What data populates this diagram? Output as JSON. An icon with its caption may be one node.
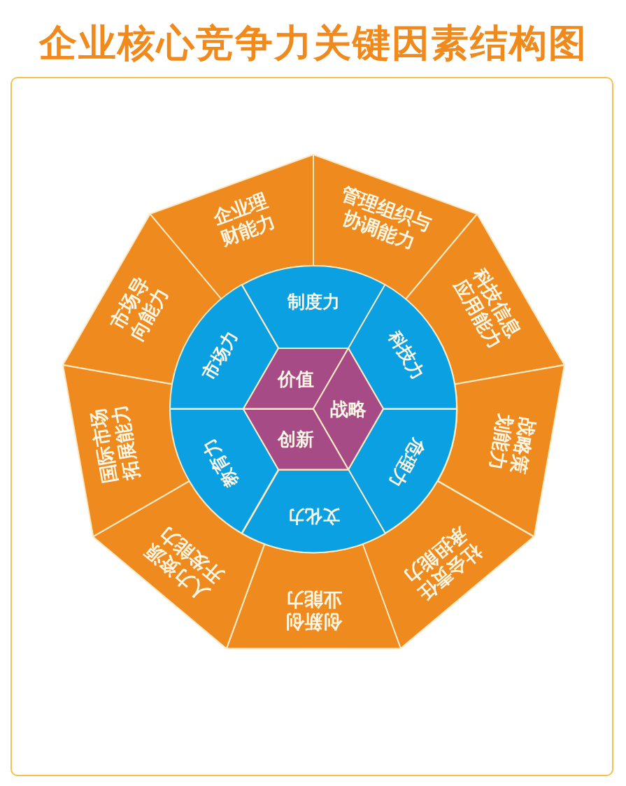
{
  "diagram": {
    "title": "企业核心竞争力关键因素结构图",
    "nodes": [
      {
        "text": [
          "企业理财能力"
        ]
      },
      {
        "text": [
          "管理组织与协调能力"
        ]
      },
      {
        "text": [
          "科技信息应用能力"
        ]
      },
      {
        "text": [
          "战略策划能力"
        ]
      },
      {
        "text": [
          "社会责任承担能力"
        ]
      },
      {
        "text": [
          "创新创业能力"
        ]
      },
      {
        "text": [
          "人力资源开发能力"
        ]
      },
      {
        "text": [
          "国际市场拓展能力"
        ]
      },
      {
        "text": [
          "市场导向能力"
        ]
      },
      {
        "text": [
          "制度力"
        ]
      },
      {
        "text": [
          "科技力"
        ]
      },
      {
        "text": [
          "危理力"
        ]
      },
      {
        "text": [
          "文化力"
        ]
      },
      {
        "text": [
          "教育力"
        ]
      },
      {
        "text": [
          "市场力"
        ]
      },
      {
        "text": [
          "价值"
        ]
      },
      {
        "text": [
          "战略"
        ]
      },
      {
        "text": [
          "创新"
        ]
      }
    ],
    "edges": []
  }
}
